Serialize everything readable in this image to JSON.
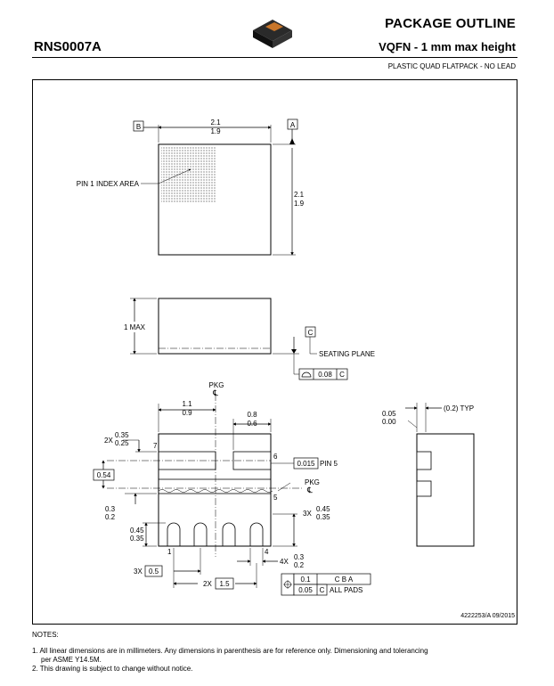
{
  "header": {
    "doc_id": "RNS0007A",
    "title": "PACKAGE OUTLINE",
    "subtitle": "VQFN - 1 mm max height",
    "description": "PLASTIC QUAD FLATPACK - NO LEAD"
  },
  "top_view": {
    "datum_b": "B",
    "datum_a": "A",
    "width_max": "2.1",
    "width_min": "1.9",
    "height_max": "2.1",
    "height_min": "1.9",
    "pin1_label": "PIN 1 INDEX AREA"
  },
  "side_view": {
    "max_height": "1 MAX",
    "datum_c": "C",
    "seating_plane": "SEATING PLANE",
    "flatness_value": "0.08",
    "flatness_datum": "C"
  },
  "bottom_view": {
    "pkg_label_top": "PKG",
    "pkg_label_right": "PKG",
    "dim_1_1": "1.1",
    "dim_0_9": "0.9",
    "dim_0_8": "0.8",
    "dim_0_6": "0.6",
    "pin7_count": "2X",
    "dim_0_35": "0.35",
    "dim_0_25": "0.25",
    "pin7": "7",
    "pin6": "6",
    "pin5": "5",
    "pin1": "1",
    "pin4": "4",
    "tol_0015": "0.015",
    "tol_0015_ref": "PIN 5",
    "box_054": "0.54",
    "dim_0_3": "0.3",
    "dim_0_2": "0.2",
    "count_3x_right": "3X",
    "dim_0_45_r": "0.45",
    "dim_0_35_r": "0.35",
    "dim_0_45_l": "0.45",
    "dim_0_35_l": "0.35",
    "count_4x": "4X",
    "dim_0_3_b": "0.3",
    "dim_0_2_b": "0.2",
    "count_3x_bottom": "3X",
    "box_05": "0.5",
    "count_2x_bottom": "2X",
    "box_15": "1.5",
    "fcf_row1_value": "0.1",
    "fcf_row1_refs": "C B A",
    "fcf_row2_value": "0.05",
    "fcf_row2_ref": "C",
    "all_pads": "ALL PADS"
  },
  "side_detail": {
    "typ_label": "(0.2) TYP",
    "dim_0_05": "0.05",
    "dim_0_00": "0.00"
  },
  "drawing_code": "4222253/A  09/2015",
  "notes": {
    "title": "NOTES:",
    "n1": "1. All linear dimensions are in millimeters. Any dimensions in parenthesis are for reference only. Dimensioning and tolerancing",
    "n1b": "per ASME Y14.5M.",
    "n2": "2. This drawing is subject to change without notice."
  }
}
